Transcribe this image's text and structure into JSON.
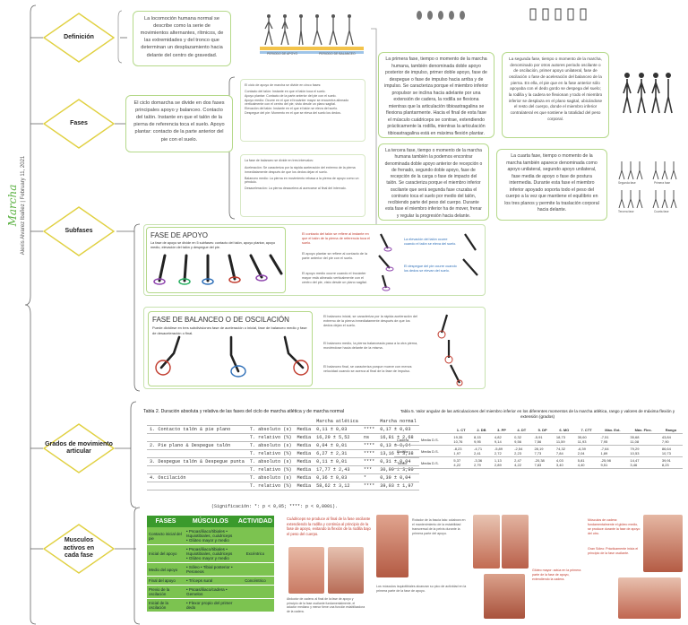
{
  "title": {
    "main": "Marcha",
    "author": "Alexis Alvarez Ibañez",
    "date": "February 11, 2021",
    "separator": "|"
  },
  "nodes": {
    "definicion": "Definición",
    "fases": "Fases",
    "subfases": "Subfases",
    "grados": "Grados de movimiento articular",
    "musculos": "Musculos activos en cada fase"
  },
  "definition_text": "La locomoción humana normal se describe como la serie de movimientos alternantes, rítmicos, de las extremidades y del tronco que determinan un desplazamiento hacia delante del centro de gravedad.",
  "fases_text": "El ciclo domarcha se divide en dos fases principales apoyo y balanceo. Contacto del talón. Instante en que el talón de la pierna de referencia toca el suelo. Apoyo plantar: contacto de la parte anterior del pie con el suelo.",
  "fases_list": {
    "heading": "El ciclo de apoyo de marcha se divide en cinco fases:",
    "items": [
      "Contacto del talón: Instante en que el talón toca el suelo.",
      "Apoyo plantar: Contacto de la parte anterior del pie con el suelo.",
      "Apoyo medio: Ocurre en el que el trocánter mayor se encuentra alineado verticalmente con el centro del pie, visto desde un plano sagital.",
      "Elevación del talón: Instante en el que el talón se eleva del suelo.",
      "Despegue del pie: Momento en el que se eleva del suelo los dedos."
    ]
  },
  "balanceo_list": {
    "heading": "La fase de balanceo se divide en tres intervalos:",
    "items": [
      "Aceleración: Se caracteriza por la rápida aceleración del extremo de la pierna inmediatamente después de que los dedos dejan el suelo.",
      "Balanceo medio: La pierna en movimiento rebasa a la pierna de apoyo como un péndulo.",
      "Desaceleración: La pierna desacelera al acercarse al final del intervalo."
    ]
  },
  "diagram_labels": {
    "apoyo": "PERIODO DE APOYO",
    "balanceo": "PERIODO DE BALANCEO"
  },
  "phase_boxes": [
    "La primera fase, tiempo o momento de la marcha humana, también denominada doble apoyo posterior de impulso, primer doble apoyo, fase de despegue o fase de impulso hacia arriba y de impulso. Se caracteriza porque el miembro inferior propulsor se inclina hacia adelante por una extensión de cadera, la rodilla se flexiona mientras que la articulación tibioastragalina se flexiona plantarmente. Hacia el final de esta fase el músculo cuádriceps se contrae, extendiendo prácticamente la rodilla, mientras la articulación tibioastragalina está en máxima flexión plantar.",
    "La segunda fase, tiempo o momento de la marcha, denominado por otros autores periodo oscilante o de oscilación, primer apoyo unilateral, fase de oscilación o fase de aceleración del balanceo de la pierna. En ella, el pie que en la fase anterior sólo apoyaba con el dedo gordo se despega del suelo; la rodilla y la cadera se flexionan y todo el miembro inferior se desplaza en el plano sagital, ubicándose el resto del cuerpo, donde el miembro inferior contralateral es que sostiene la totalidad del peso corporal.",
    "La tercera fase, tiempo o momento de la marcha humana también la podemos encontrar denominada doble apoyo anterior de recepción o de frenado, segundo doble apoyo, fase de recepción de la carga o fase de impacto del talón. Se caracteriza porque el miembro inferior oscilante que será segunda fase cruzaba el contrario toca el suelo por medio del talón, recibiendo parte del peso del cuerpo. Durante esta fase el miembro inferior ha de mover, frenar y regular la progresión hacia delante.",
    "La cuarta fase, tiempo o momento de la marcha también aparece denominada como apoyo unilateral, segundo apoyo unilateral, fase media de apoyo o fase de postura intermedia. Durante esta fase el miembro inferior apoyado soporta todo el peso del cuerpo a la vez que mantiene el equilibrio en los tres planos y permite la traslación corporal hacia delante."
  ],
  "thumb_labels": [
    "Primera fase",
    "Segunda fase",
    "Tercera fase",
    "Cuarta fase"
  ],
  "apoyo_card": {
    "title": "FASE DE APOYO",
    "desc": "La fase de apoyo se divide en 5 subfases: contacto del talón, apoyo plantar, apoyo medio, elevación del talón y despegue del pie.",
    "notes": [
      "El contacto del talón se refiere al instante en que el talón de la pierna de referencia toca el suelo.",
      "El apoyo plantar se refiere al contacto de la parte anterior del pie con el suelo.",
      "El apoyo medio ocurre cuando el trocánter mayor está alineado verticalmente con el centro del pie, visto desde un plano sagital.",
      "La elevación del talón ocurre cuando el talón se eleva del suelo.",
      "El despegue del pie ocurre cuando los dedos se elevan del suelo."
    ]
  },
  "balanceo_card": {
    "title": "FASE DE BALANCEO O DE OSCILACIÓN",
    "desc": "Puede dividirse en tres subdivisiones fase de aceleración o inicial, fase de balanceo medio y fase de desaceleración o final.",
    "notes": [
      "El balanceo inicial, se caracteriza por la rápida aceleración del extremo de la pierna inmediatamente después de que los dedos dejan el suelo.",
      "El balanceo medio, la pierna balanceada pasa a la otra pierna, moviéndose hacia delante de la misma.",
      "El balanceo final, se caracteriza porque mueve con menos velocidad cuando se acerca al final de la fase de impulso."
    ]
  },
  "table2": {
    "caption": "Tabla 2. Duración absoluta y relativa de las fases del ciclo de marcha atlética y de marcha normal",
    "headers": [
      "",
      "",
      "",
      "Marcha atlética",
      "",
      "Marcha normal"
    ],
    "rows": [
      [
        "1. Contacto talón & pie plano",
        "T. absoluto (s)",
        "Media",
        "0,11 ± 0,03",
        "****",
        "0,17 ± 0,03"
      ],
      [
        "",
        "T. relativo (%)",
        "Media",
        "16,29 ± 5,52",
        "ns",
        "16,81 ± 2,68"
      ],
      [
        "2. Pie plano & Despegue talón",
        "T. absoluto (s)",
        "Media",
        "0,04 ± 0,01",
        "****",
        "0,13 ± 0,04"
      ],
      [
        "",
        "T. relativo (%)",
        "Media",
        "6,27 ± 2,31",
        "****",
        "13,16 ± 3,38"
      ],
      [
        "3. Despegue talón & Despegue punta",
        "T. absoluto (s)",
        "Media",
        "0,11 ± 0,01",
        "****",
        "0,31 ± 0,04"
      ],
      [
        "",
        "T. relativo (%)",
        "Media",
        "17,77 ± 2,43",
        "***",
        "30,99 ± 3,80"
      ],
      [
        "4. Oscilación",
        "T. absoluto (s)",
        "Media",
        "0,36 ± 0,03",
        "*",
        "0,39 ± 0,04"
      ],
      [
        "",
        "T. relativo (%)",
        "Media",
        "58,62 ± 3,12",
        "****",
        "39,03 ± 1,97"
      ]
    ],
    "footnote": "(Significación: *: p < 0,05; ****: p < 0,0001)."
  },
  "table5": {
    "caption": "Tabla 5. Valor angular de las articulaciones del miembro inferior en los diferentes momentos de la marcha atlética, rango y valores de máxima flexión y extensión (grados)",
    "headers": [
      "",
      "",
      "1. CT",
      "2. DB",
      "3. PP",
      "4. DT",
      "5. DP",
      "6. MO",
      "7. CTT",
      "Máx. Ext.",
      "Máx. Flex.",
      "Rango"
    ],
    "rows": [
      [
        "Cadera",
        "Media D.S.",
        "19,35 / 10,76",
        "8,15 / 9,95",
        "4,82 / 9,14",
        "0,32 / 9,56",
        "-5,91 / 7,56",
        "18,73 / 11,59",
        "35,60 / 11,93",
        "-7,51 / 7,95",
        "35,68 / 11,08",
        "43,84 / 7,90"
      ],
      [
        "Rodilla",
        "Media D.S.",
        "-8,23 / 1,97",
        "-4,71 / 2,41",
        "-5,89 / 2,72",
        "-2,54 / 2,23",
        "28,19 / 7,73",
        "74,32 / 7,84",
        "-6,39 / 2,04",
        "-7,64 / 1,89",
        "79,29 / 10,53",
        "86,64 / 10,73"
      ],
      [
        "Tobillo",
        "Media D.S.",
        "5,37 / 4,22",
        "-3,36 / 2,79",
        "1,13 / 2,89",
        "2,47 / 4,22",
        "-20,38 / 7,83",
        "4,03 / 3,40",
        "5,81 / 4,40",
        "-25,98 / 9,51",
        "14,47 / 3,46",
        "39,91 / 8,23"
      ]
    ]
  },
  "muscles_table": {
    "headers": [
      "FASES",
      "MÚSCULOS",
      "ACTIVIDAD"
    ],
    "rows": [
      [
        "Contacto inicial del pie",
        "• Psoas/iliaco/tibiales • Isquiotibiales, cuádriceps • Glúteo mayor y medio",
        ""
      ],
      [
        "Inicial del apoyo",
        "• Psoas/iliaco/tibiales • Isquiotibiales, cuádriceps • Glúteo mayor y medio",
        "Excéntrico"
      ],
      [
        "Medio del apoyo",
        "• Sóleo • Tibial posterior • Peroneos",
        ""
      ],
      [
        "Final del apoyo",
        "• Tríceps sural",
        "Concéntrico"
      ],
      [
        "Previo de la oscilación",
        "• Psoas/iliaco/cadera • Gemelos",
        ""
      ],
      [
        "Inicial de la oscilación",
        "• Flexor propio del primer dedo",
        ""
      ]
    ]
  },
  "muscle_notes": [
    "Cuádriceps se produce al final de la fase oscilante extendiendo la rodilla y continúa al principio de la fase de apoyo, evitando la flexión de la rodilla bajo el peso del cuerpo.",
    "Abductor de cadera: al final de la fase de apoyo y principio de la fase oscilante fundamentalmente, el aductor mediano y menor tiene una función estabilizadora de la cadera.",
    "Los músculos isquiotibiales alcanzan su pico de actividad en la primera parte de la fase de apoyo.",
    "Rotador de la fascia lata: colabora en el mantenimiento de la estabilidad transversal de la pelvis durante la primera parte del apoyo.",
    "Glúteo mayor: actúa en la primera parte de la fase de apoyo, extendiendo la cadera.",
    "Músculos de cadera: fundamentalmente el glúteo medio, se produce durante la fase de apoyo del otro.",
    "Gran Sóleo: Prácticamente inicia el principio de la fase oscilante."
  ]
}
